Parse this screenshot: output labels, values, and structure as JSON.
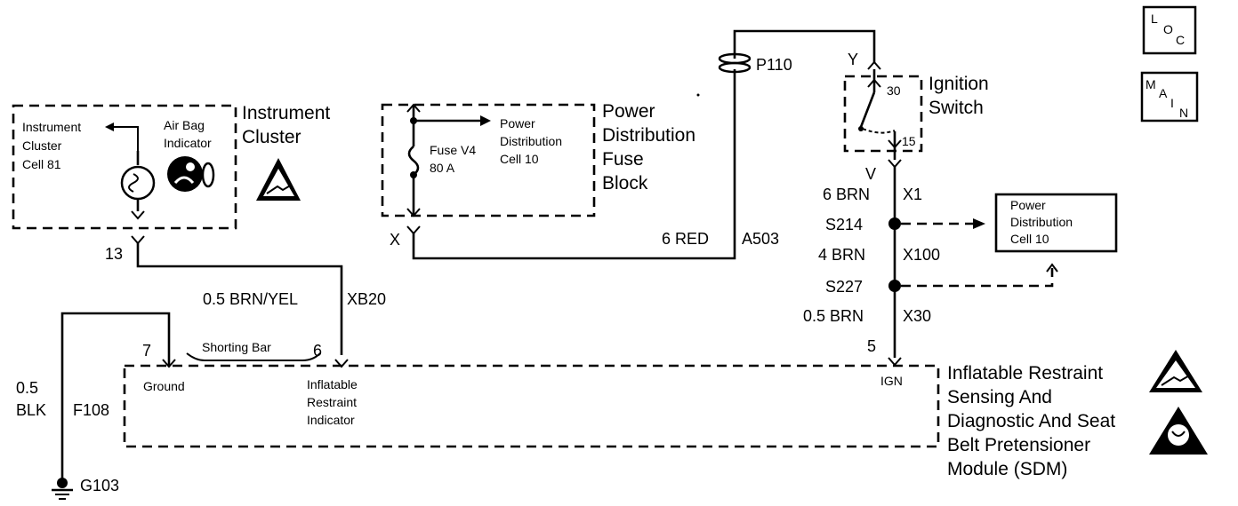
{
  "instrument_cluster": {
    "title_line1": "Instrument",
    "title_line2": "Cluster",
    "cell_line1": "Instrument",
    "cell_line2": "Cluster",
    "cell_line3": "Cell 81",
    "indicator_line1": "Air Bag",
    "indicator_line2": "Indicator",
    "pin": "13"
  },
  "fuse_block": {
    "title_line1": "Power",
    "title_line2": "Distribution",
    "title_line3": "Fuse",
    "title_line4": "Block",
    "fuse_line1": "Fuse V4",
    "fuse_line2": "80 A",
    "ref_line1": "Power",
    "ref_line2": "Distribution",
    "ref_line3": "Cell 10",
    "connector": "X"
  },
  "ignition_switch": {
    "title_line1": "Ignition",
    "title_line2": "Switch",
    "terminal_top": "30",
    "terminal_bottom": "15",
    "connector_top": "Y",
    "connector_bottom": "V"
  },
  "wires": {
    "p110": "P110",
    "red_wire": "6 RED",
    "a503": "A503",
    "brn6": "6 BRN",
    "x1": "X1",
    "s214": "S214",
    "brn4": "4 BRN",
    "x100": "X100",
    "s227": "S227",
    "brn05": "0.5 BRN",
    "x30": "X30",
    "pin5": "5",
    "brn_yel": "0.5 BRN/YEL",
    "xb20": "XB20",
    "blk_line1": "0.5",
    "blk_line2": "BLK",
    "f108": "F108",
    "g103": "G103"
  },
  "power_dist_ref": {
    "line1": "Power",
    "line2": "Distribution",
    "line3": "Cell 10"
  },
  "sdm": {
    "title_line1": "Inflatable Restraint",
    "title_line2": "Sensing And",
    "title_line3": "Diagnostic And Seat",
    "title_line4": "Belt Pretensioner",
    "title_line5": "Module (SDM)",
    "pin7": "7",
    "pin6": "6",
    "shorting_bar": "Shorting Bar",
    "ground_label": "Ground",
    "indicator_line1": "Inflatable",
    "indicator_line2": "Restraint",
    "indicator_line3": "Indicator",
    "ign_label": "IGN"
  },
  "nav": {
    "loc_l": "L",
    "loc_o": "O",
    "loc_c": "C",
    "main_m": "M",
    "main_a": "A",
    "main_i": "I",
    "main_n": "N"
  },
  "icons": [
    "esd-warning-icon",
    "airbag-icon",
    "pretensioner-icon",
    "ground-symbol-icon",
    "splice-icon"
  ]
}
